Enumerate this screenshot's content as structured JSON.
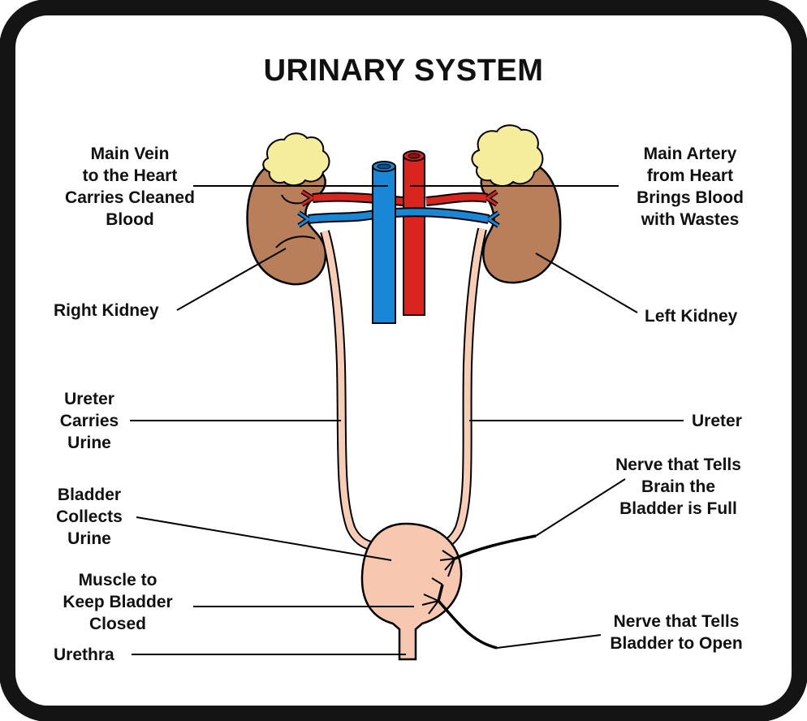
{
  "title": "URINARY SYSTEM",
  "colors": {
    "frame": "#141414",
    "kidney": "#b97f5a",
    "adrenal": "#f5ec9c",
    "vein": "#1a86d6",
    "artery": "#d9251d",
    "ureter": "#f7cdb5",
    "bladder": "#f7c7b0",
    "nerve": "#000000"
  },
  "labels": {
    "main_vein": [
      "Main Vein",
      "to the Heart",
      "Carries Cleaned",
      "Blood"
    ],
    "main_artery": [
      "Main Artery",
      "from Heart",
      "Brings Blood",
      "with Wastes"
    ],
    "right_kidney": [
      "Right Kidney"
    ],
    "left_kidney": [
      "Left Kidney"
    ],
    "ureter_left_side": [
      "Ureter",
      "Carries",
      "Urine"
    ],
    "ureter_right_side": [
      "Ureter"
    ],
    "bladder": [
      "Bladder",
      "Collects",
      "Urine"
    ],
    "nerve_full": [
      "Nerve that Tells",
      "Brain the",
      "Bladder is Full"
    ],
    "muscle": [
      "Muscle to",
      "Keep Bladder",
      "Closed"
    ],
    "nerve_open": [
      "Nerve that Tells",
      "Bladder to Open"
    ],
    "urethra": [
      "Urethra"
    ]
  }
}
